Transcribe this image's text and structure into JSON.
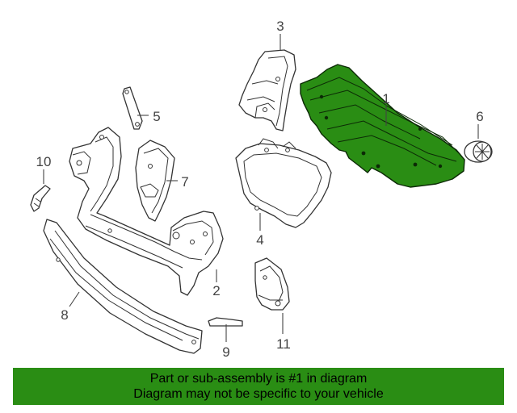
{
  "diagram": {
    "callouts": {
      "c1": "1",
      "c2": "2",
      "c3": "3",
      "c4": "4",
      "c5": "5",
      "c6": "6",
      "c7": "7",
      "c8": "8",
      "c9": "9",
      "c10": "10",
      "c11": "11"
    },
    "highlighted_part": "1",
    "colors": {
      "highlight": "#2a8d14",
      "line": "#333333",
      "banner": "#2a8d14"
    }
  },
  "banner": {
    "line1": "Part or sub-assembly is #1 in diagram",
    "line2": "Diagram may not be specific to your vehicle"
  }
}
